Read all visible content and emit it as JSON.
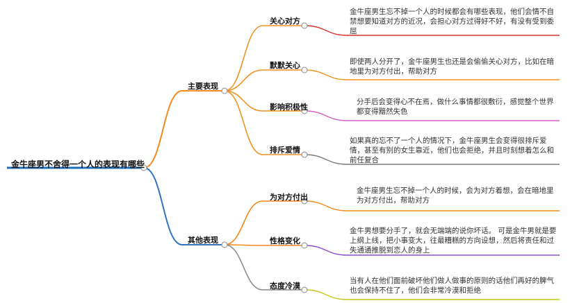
{
  "root": {
    "label": "金牛座男不舍得一个人的表现有哪些"
  },
  "branches": [
    {
      "label": "主要表现",
      "children": [
        {
          "label": "关心对方",
          "text": "金牛座男生忘不掉一个人的时候都会有哪些表现，他们会情不自禁想要知道对方的近况，会担心对方过得好不好，有没有受到委屈"
        },
        {
          "label": "默默关心",
          "text": "即使两人分开了，金牛座男生也还是会偷偷关心对方，比如在暗地里为对方付出，帮助对方"
        },
        {
          "label": "影响积极性",
          "text": "分手后会变得心不在焉，做什么事情都很敷衍，感觉整个世界都变得黯然失色"
        },
        {
          "label": "排斥爱情",
          "text": "如果真的忘不了一个人的情况下，金牛座男生会变得很排斥爱情，甚至有别的女生靠近，他们也会拒绝，并且时刻想着怎么和前任复合"
        }
      ]
    },
    {
      "label": "其他表现",
      "children": [
        {
          "label": "为对方付出",
          "text": "金牛座男生忘不掉一个人的时候，会为对方着想，会在暗地里为对方付出，帮助对方"
        },
        {
          "label": "性格变化",
          "text": "金牛男想要分手了，就会无端端的说你坏话。 可是金牛男就是要上纲上线，把小事变大，往最糟糕的方向设想，然后将责任和过失通通推脱到恋人的身上"
        },
        {
          "label": "态度冷漠",
          "text": "当有人在他们面前破坏他们做人做事的原则的话他们再好的脾气也会保持不住了，他们会非常冷漠和拒绝"
        }
      ]
    }
  ],
  "colors": {
    "root": "#1f6fb7",
    "branch_main": "#f5891f",
    "branch_other": "#2f73c2",
    "leaves": [
      "#d9312b",
      "#f0921e",
      "#d75fc0",
      "#7a7a7a",
      "#f5891f",
      "#8a4bd0",
      "#c9c417"
    ],
    "leaf_edges": [
      "#f0921e",
      "#f0921e",
      "#f0921e",
      "#f0921e",
      "#f5891f",
      "#f5891f",
      "#8a8a8a"
    ]
  }
}
